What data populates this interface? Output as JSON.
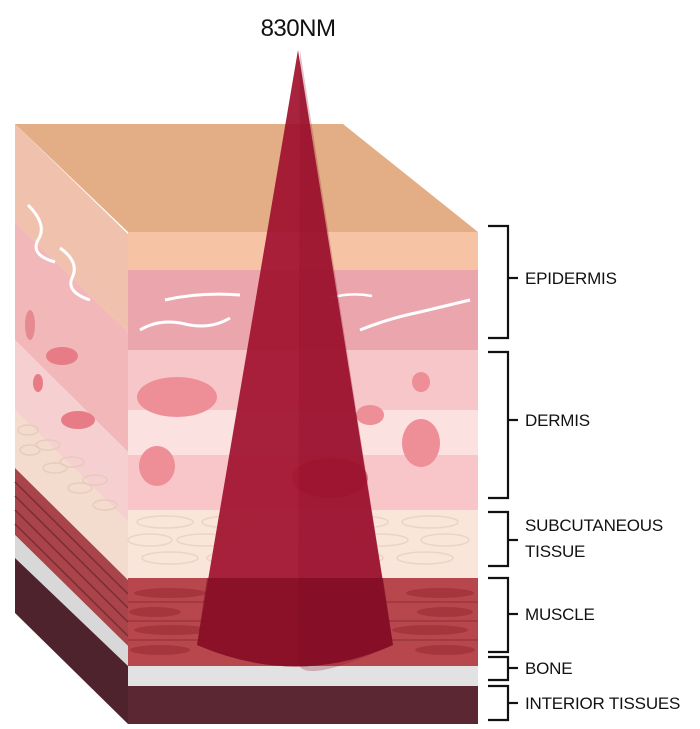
{
  "diagram": {
    "wavelength_label": "830NM",
    "layers": [
      {
        "id": "epidermis",
        "label_lines": [
          "EPIDERMIS"
        ]
      },
      {
        "id": "dermis",
        "label_lines": [
          "DERMIS"
        ]
      },
      {
        "id": "subcutaneous",
        "label_lines": [
          "SUBCUTANEOUS",
          "TISSUE"
        ]
      },
      {
        "id": "muscle",
        "label_lines": [
          "MUSCLE"
        ]
      },
      {
        "id": "bone",
        "label_lines": [
          "BONE"
        ]
      },
      {
        "id": "interior",
        "label_lines": [
          "INTERIOR TISSUES"
        ]
      }
    ],
    "colors": {
      "skin_top": "#e3ad85",
      "epidermis_band": "#f5c6a6",
      "dermis_pink": "#eba5ad",
      "dermis_light": "#fbd9da",
      "fat": "#f8e4d8",
      "muscle": "#b94a4e",
      "bone": "#e2e2e2",
      "interior": "#5a2733",
      "beam": "#a0122f",
      "bracket": "#111111"
    }
  }
}
